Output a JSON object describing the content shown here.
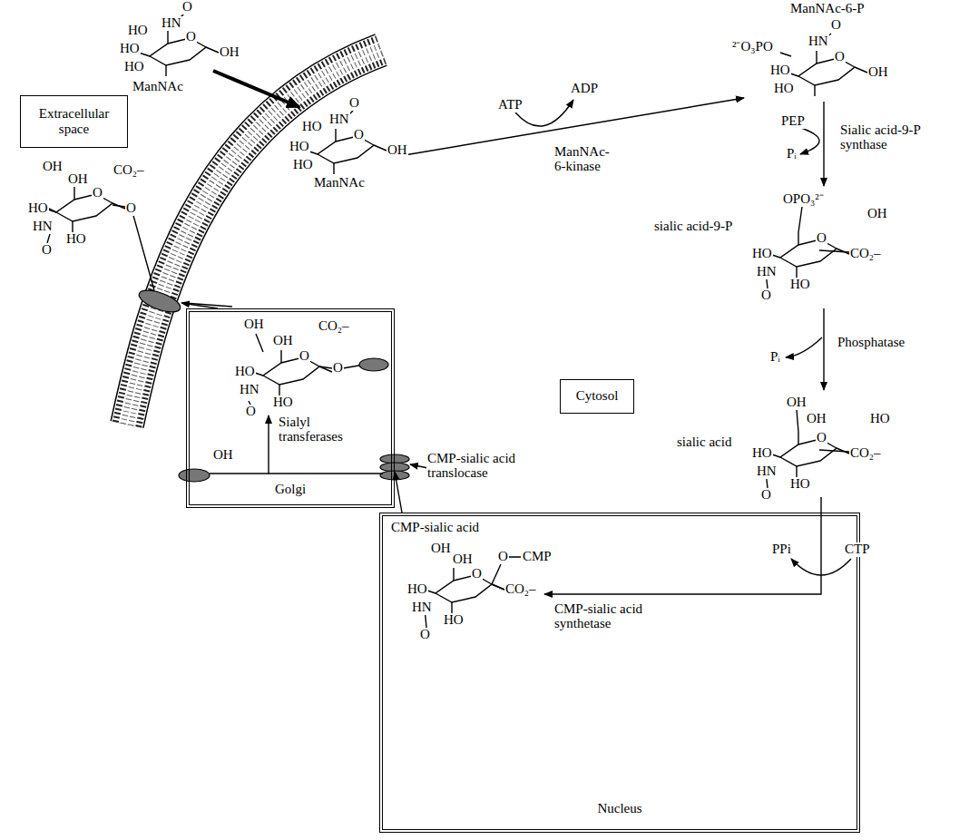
{
  "diagram": {
    "nodes": [
      {
        "text": [
          "Extracellular space"
        ]
      },
      {
        "text": [
          "Cytosol"
        ]
      },
      {
        "text": [
          "Golgi"
        ]
      },
      {
        "text": [
          "Nucleus"
        ]
      }
    ],
    "edges": [
      {
        "from": 3,
        "to": 2,
        "arrow": "to"
      }
    ],
    "labels": [
      "O",
      "O",
      "HN",
      "HO",
      "HO",
      "HO",
      "OH",
      "ManNAc",
      "O",
      "O",
      "HN",
      "HO",
      "HO",
      "HO",
      "OH",
      "ManNAc",
      "ATP",
      "ADP",
      "ManNAc-6-kinase",
      "O",
      "ManNAc-6-P",
      "O",
      "²⁻O₃PO",
      "HN",
      "HO",
      "HO",
      "OH",
      "PEP",
      "Pᵢ",
      "Sialic acid-9-P synthase",
      "O",
      "OPO₃²⁻",
      "OH",
      "sialic acid-9-P",
      "HO",
      "HN",
      "CO₂–",
      "HO",
      "O",
      "Phosphatase",
      "Pᵢ",
      "O",
      "OH",
      "OH",
      "HO",
      "sialic acid",
      "HO",
      "HN",
      "CO₂–",
      "HO",
      "O",
      "PPi",
      "CTP",
      "O",
      "CMP-sialic acid",
      "OH",
      "OH",
      "O",
      "CMP",
      "HO",
      "HN",
      "CO₂–",
      "CMP-sialic acid synthetase",
      "HO",
      "O",
      "CMP-sialic acid translocase",
      "O",
      "OH",
      "OH",
      "CO₂–",
      "HO",
      "HN",
      "O",
      "HO",
      "O",
      "Sialyl transferases",
      "OH",
      "O",
      "OH",
      "OH",
      "CO₂–",
      "HO",
      "HN",
      "O",
      "HO",
      "O"
    ]
  }
}
